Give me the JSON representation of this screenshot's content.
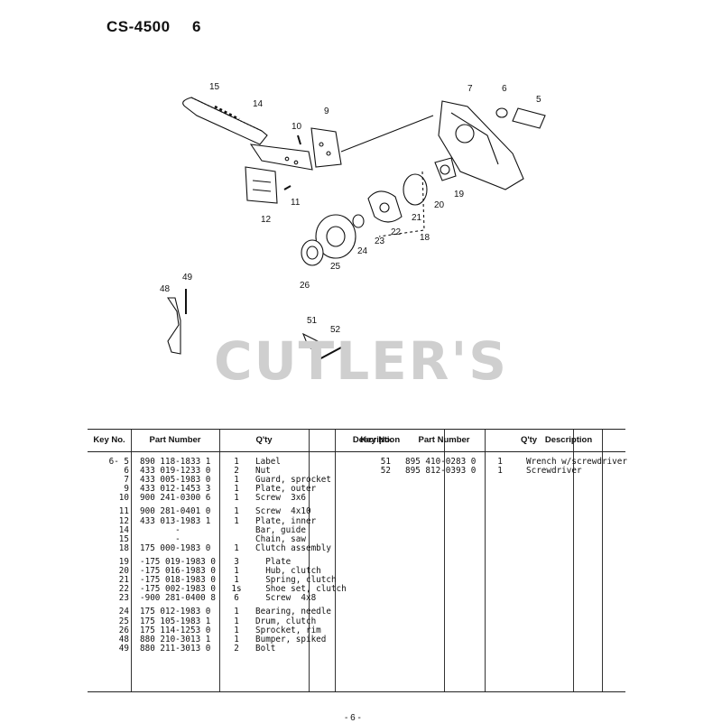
{
  "header": {
    "model": "CS-4500",
    "page": "6"
  },
  "watermark": "CUTLER'S",
  "diagram_labels": {
    "k15": "15",
    "k14": "14",
    "k10": "10",
    "k9": "9",
    "k7": "7",
    "k6": "6",
    "k5": "5",
    "k12": "12",
    "k11": "11",
    "k19": "19",
    "k20": "20",
    "k21": "21",
    "k18": "18",
    "k22": "22",
    "k23": "23",
    "k24": "24",
    "k25": "25",
    "k26": "26",
    "k48": "48",
    "k49": "49",
    "k51": "51",
    "k52": "52"
  },
  "table": {
    "headers": [
      "Key No.",
      "Part Number",
      "Q'ty",
      "Description",
      "Key No.",
      "Part Number",
      "Q'ty",
      "Description"
    ],
    "left_groups": [
      [
        {
          "key": "6- 5",
          "part": "890 118-1833 1",
          "qty": "1",
          "desc": "Label"
        },
        {
          "key": "6",
          "part": "433 019-1233 0",
          "qty": "2",
          "desc": "Nut"
        },
        {
          "key": "7",
          "part": "433 005-1983 0",
          "qty": "1",
          "desc": "Guard, sprocket"
        },
        {
          "key": "9",
          "part": "433 012-1453 3",
          "qty": "1",
          "desc": "Plate, outer"
        },
        {
          "key": "10",
          "part": "900 241-0300 6",
          "qty": "1",
          "desc": "Screw  3x6"
        }
      ],
      [
        {
          "key": "11",
          "part": "900 281-0401 0",
          "qty": "1",
          "desc": "Screw  4x10"
        },
        {
          "key": "12",
          "part": "433 013-1983 1",
          "qty": "1",
          "desc": "Plate, inner"
        },
        {
          "key": "14",
          "part": "       -",
          "qty": "",
          "desc": "Bar, guide"
        },
        {
          "key": "15",
          "part": "       -",
          "qty": "",
          "desc": "Chain, saw"
        },
        {
          "key": "18",
          "part": "175 000-1983 0",
          "qty": "1",
          "desc": "Clutch assembly"
        }
      ],
      [
        {
          "key": "19",
          "part": "-175 019-1983 0",
          "qty": "3",
          "desc": "  Plate"
        },
        {
          "key": "20",
          "part": "-175 016-1983 0",
          "qty": "1",
          "desc": "  Hub, clutch"
        },
        {
          "key": "21",
          "part": "-175 018-1983 0",
          "qty": "1",
          "desc": "  Spring, clutch"
        },
        {
          "key": "22",
          "part": "-175 002-1983 0",
          "qty": "1s",
          "desc": "  Shoe set, clutch"
        },
        {
          "key": "23",
          "part": "-900 281-0400 8",
          "qty": "6",
          "desc": "  Screw  4x8"
        }
      ],
      [
        {
          "key": "24",
          "part": "175 012-1983 0",
          "qty": "1",
          "desc": "Bearing, needle"
        },
        {
          "key": "25",
          "part": "175 105-1983 1",
          "qty": "1",
          "desc": "Drum, clutch"
        },
        {
          "key": "26",
          "part": "175 114-1253 0",
          "qty": "1",
          "desc": "Sprocket, rim"
        },
        {
          "key": "48",
          "part": "880 210-3013 1",
          "qty": "1",
          "desc": "Bumper, spiked"
        },
        {
          "key": "49",
          "part": "880 211-3013 0",
          "qty": "2",
          "desc": "Bolt"
        }
      ]
    ],
    "right_rows": [
      {
        "key": "51",
        "part": "895 410-0283 0",
        "qty": "1",
        "desc": "Wrench w/screwdriver"
      },
      {
        "key": "52",
        "part": "895 812-0393 0",
        "qty": "1",
        "desc": "Screwdriver"
      }
    ]
  },
  "footer": "- 6 -"
}
